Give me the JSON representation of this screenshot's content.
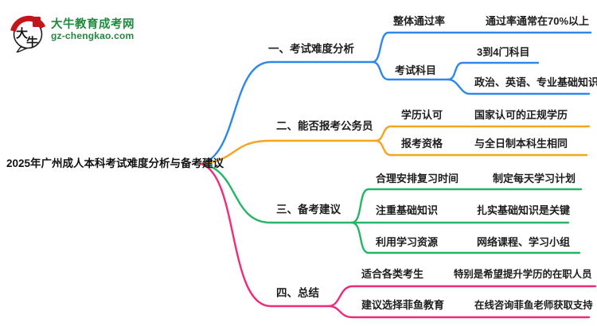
{
  "logo": {
    "title": "大牛教育成考网",
    "url": "gz-chengkao.com",
    "icon_char_1": "大",
    "icon_char_2": "牛",
    "green": "#1F8A3D",
    "red": "#C3161C"
  },
  "mindmap": {
    "root": "2025年广州成人本科考试难度分析与备考建议",
    "branches": [
      {
        "label": "一、考试难度分析",
        "color": "#2E88E8",
        "children": [
          {
            "label": "整体通过率",
            "leaves": [
              "通过率通常在70%以上"
            ]
          },
          {
            "label": "考试科目",
            "leaves": [
              "3到4门科目",
              "政治、英语、专业基础知识"
            ]
          }
        ]
      },
      {
        "label": "二、能否报考公务员",
        "color": "#F5A41F",
        "children": [
          {
            "label": "学历认可",
            "leaves": [
              "国家认可的正规学历"
            ]
          },
          {
            "label": "报考资格",
            "leaves": [
              "与全日制本科生相同"
            ]
          }
        ]
      },
      {
        "label": "三、备考建议",
        "color": "#26B467",
        "children": [
          {
            "label": "合理安排复习时间",
            "leaves": [
              "制定每天学习计划"
            ]
          },
          {
            "label": "注重基础知识",
            "leaves": [
              "扎实基础知识是关键"
            ]
          },
          {
            "label": "利用学习资源",
            "leaves": [
              "网络课程、学习小组"
            ]
          }
        ]
      },
      {
        "label": "四、总结",
        "color": "#EF2A7B",
        "children": [
          {
            "label": "适合各类考生",
            "leaves": [
              "特别是希望提升学历的在职人员"
            ]
          },
          {
            "label": "建议选择菲鱼教育",
            "leaves": [
              "在线咨询菲鱼老师获取支持"
            ]
          }
        ]
      }
    ]
  }
}
